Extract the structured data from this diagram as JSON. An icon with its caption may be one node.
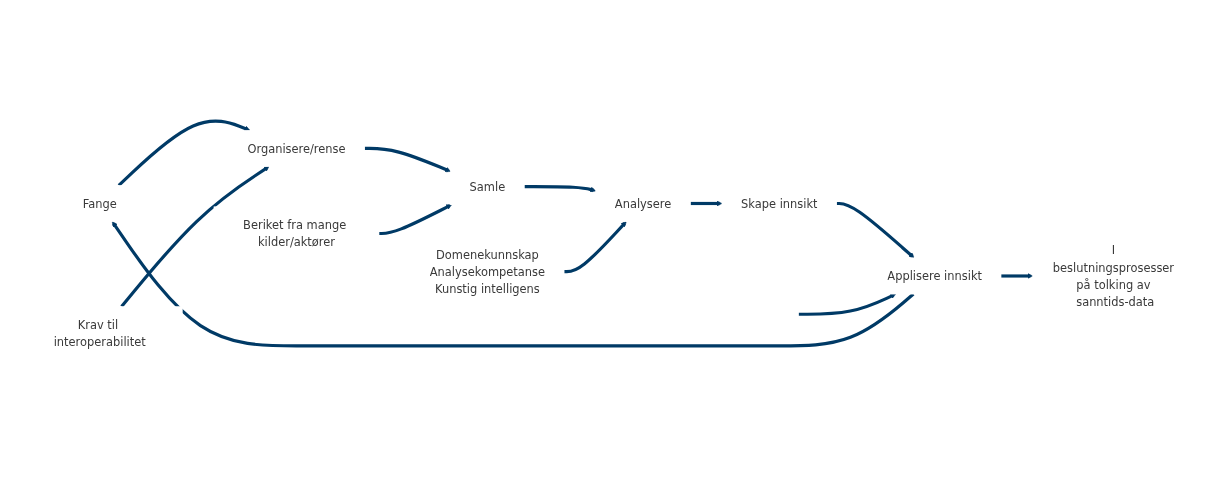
{
  "diagram": {
    "nodes": [
      {
        "text": [
          "Fange"
        ]
      },
      {
        "text": [
          "Organisere/rense"
        ]
      },
      {
        "text": [
          "Samle"
        ]
      },
      {
        "text": [
          "Analysere"
        ]
      },
      {
        "text": [
          "Skape innsikt"
        ]
      },
      {
        "text": [
          "Applisere innsikt"
        ]
      },
      {
        "text": [
          "Krav til interoperabilitet"
        ]
      },
      {
        "text": [
          "Beriket fra mange kilder/aktører"
        ]
      },
      {
        "text": [
          "Domenekunnskap",
          "Analysekompetanse",
          "Kunstig intelligens"
        ]
      },
      {
        "text": [
          "I beslutningsprosesser på tolking av sanntids-data"
        ]
      }
    ],
    "edges": [
      {
        "from": 0,
        "to": 1,
        "arrow": "to"
      },
      {
        "from": 1,
        "to": 2,
        "arrow": "to"
      },
      {
        "from": 2,
        "to": 3,
        "arrow": "to"
      },
      {
        "from": 3,
        "to": 4,
        "arrow": "to"
      },
      {
        "from": 4,
        "to": 5,
        "arrow": "to"
      },
      {
        "from": 5,
        "to": 0,
        "arrow": "to"
      },
      {
        "from": 6,
        "to": 1,
        "arrow": "to"
      },
      {
        "from": 7,
        "to": 2,
        "arrow": "to"
      },
      {
        "from": 8,
        "to": 3,
        "arrow": "to"
      },
      {
        "from": 5,
        "to": 9,
        "arrow": "to"
      },
      {
        "from": null,
        "to": 5,
        "arrow": "to"
      }
    ]
  }
}
